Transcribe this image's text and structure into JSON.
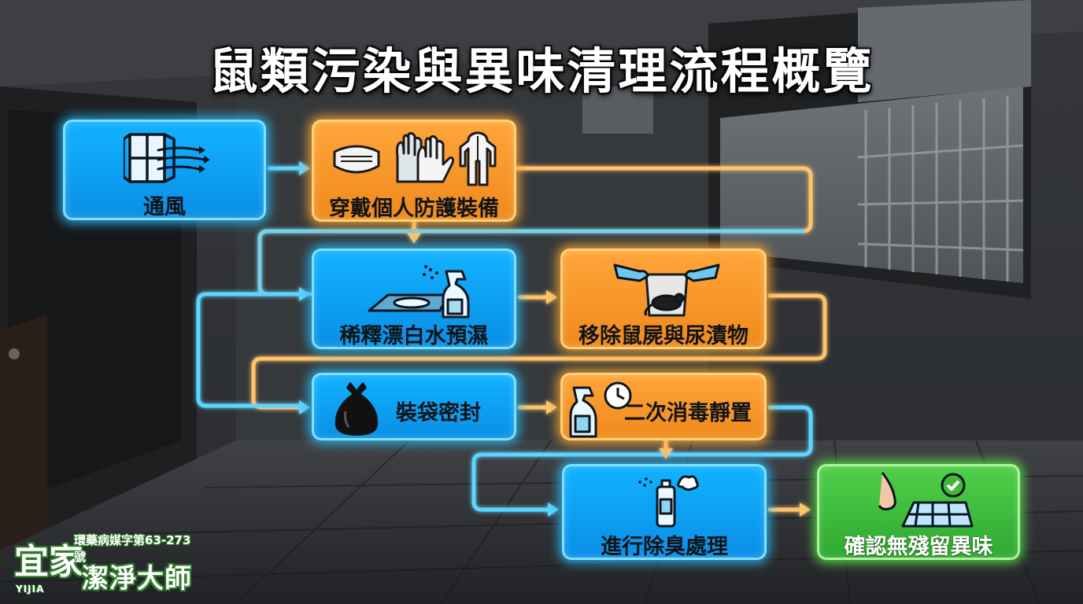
{
  "title": "鼠類污染與異味清理流程概覽",
  "steps": [
    {
      "label": "通風",
      "icon": "window-wind-icon",
      "style": "blue"
    },
    {
      "label": "穿戴個人防護裝備",
      "icon": "ppe-mask-gloves-suit-icon",
      "style": "orange"
    },
    {
      "label": "稀釋漂白水預濕",
      "icon": "spray-bottle-puddle-icon",
      "style": "blue"
    },
    {
      "label": "移除鼠屍與尿漬物",
      "icon": "gloved-hands-bag-rat-icon",
      "style": "orange"
    },
    {
      "label": "裝袋密封",
      "icon": "trash-bag-icon",
      "style": "blue"
    },
    {
      "label": "二次消毒靜置",
      "icon": "spray-bottle-clock-icon",
      "style": "orange"
    },
    {
      "label": "進行除臭處理",
      "icon": "aerosol-spray-icon",
      "style": "blue"
    },
    {
      "label": "確認無殘留異味",
      "icon": "nose-check-floor-icon",
      "style": "green"
    }
  ],
  "brand": {
    "logo": "宜家",
    "logo_sub": "YIJIA",
    "registration": "環藥病媒字第63-273號",
    "name": "潔淨大師"
  },
  "colors": {
    "blue": "#12b2ff",
    "orange": "#ffa53a",
    "green": "#4fcf4a",
    "connector_blue": "#5fd4ff",
    "connector_orange": "#ffc36a"
  }
}
